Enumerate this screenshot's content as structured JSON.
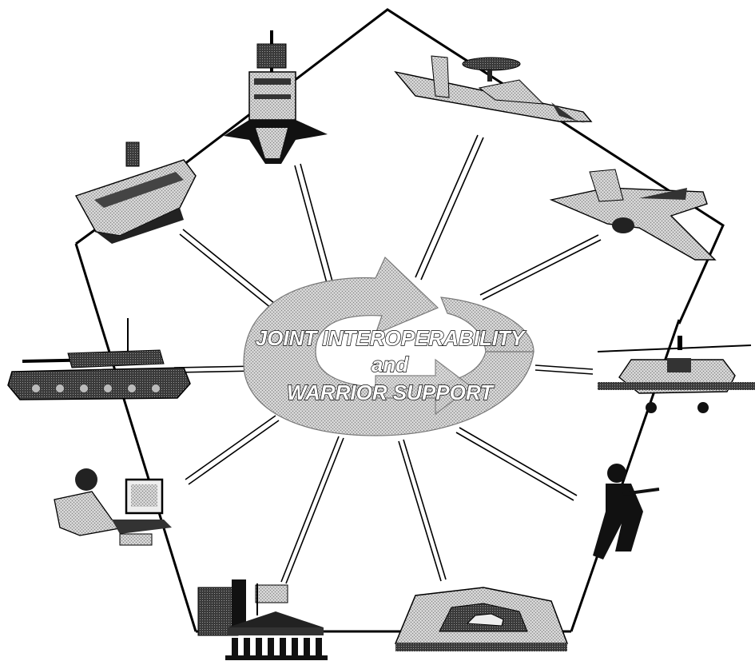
{
  "center": {
    "line1": "JOINT INTEROPERABILITY",
    "line2": "and",
    "line3": "WARRIOR SUPPORT"
  },
  "nodes": [
    {
      "name": "cruiser-ship-icon"
    },
    {
      "name": "awacs-aircraft-icon"
    },
    {
      "name": "fighter-jet-icon"
    },
    {
      "name": "attack-helicopter-icon"
    },
    {
      "name": "infantry-soldier-icon"
    },
    {
      "name": "pentagon-building-icon"
    },
    {
      "name": "government-building-icon"
    },
    {
      "name": "computer-operator-icon"
    },
    {
      "name": "tank-icon"
    },
    {
      "name": "aircraft-carrier-icon"
    }
  ]
}
